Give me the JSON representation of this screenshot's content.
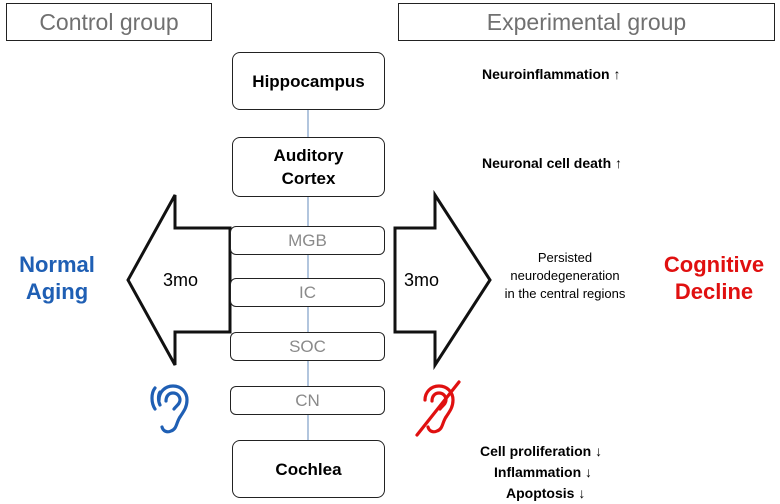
{
  "headers": {
    "control": "Control group",
    "experimental": "Experimental group"
  },
  "nodes": {
    "hippocampus": "Hippocampus",
    "auditory_cortex_line1": "Auditory",
    "auditory_cortex_line2": "Cortex",
    "mgb": "MGB",
    "ic": "IC",
    "soc": "SOC",
    "cn": "CN",
    "cochlea": "Cochlea"
  },
  "left": {
    "arrow_label": "3mo",
    "outcome_line1": "Normal",
    "outcome_line2": "Aging",
    "outcome_color": "#1f5fb4"
  },
  "right": {
    "arrow_label": "3mo",
    "outcome_line1": "Cognitive",
    "outcome_line2": "Decline",
    "outcome_color": "#e01010",
    "center_note_line1": "Persisted",
    "center_note_line2": "neurodegeneration",
    "center_note_line3": "in the central regions"
  },
  "findings": {
    "neuroinflammation": "Neuroinflammation ↑",
    "neuronal_cell_death": "Neuronal cell death ↑",
    "cell_proliferation": "Cell proliferation ↓",
    "inflammation": "Inflammation ↓",
    "apoptosis": "Apoptosis ↓"
  },
  "icons": {
    "left_ear": "ear-icon",
    "right_ear": "hearing-loss-ear-icon"
  }
}
